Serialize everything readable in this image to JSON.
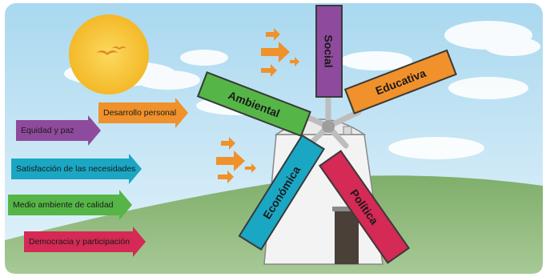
{
  "values": [
    {
      "label": "Desarrollo personal",
      "color": "#f0912b"
    },
    {
      "label": "Equidad y paz",
      "color": "#8e4a9c"
    },
    {
      "label": "Satisfacción de las necesidades",
      "color": "#1aa7c4"
    },
    {
      "label": "Medio ambiente de calidad",
      "color": "#55b647"
    },
    {
      "label": "Democracia y participación",
      "color": "#d42a55"
    }
  ],
  "blades": {
    "social": {
      "label": "Social",
      "color": "#8e4a9c"
    },
    "educativa": {
      "label": "Educativa",
      "color": "#f0912b"
    },
    "politica": {
      "label": "Política",
      "color": "#d42a55"
    },
    "economica": {
      "label": "Económica",
      "color": "#1aa7c4"
    },
    "ambiental": {
      "label": "Ambiental",
      "color": "#55b647"
    }
  },
  "colors": {
    "sky": "#cfe9f6",
    "hill": "#8fb67a",
    "sun": "#f8c93c",
    "wind_arrows": "#f0912b"
  }
}
